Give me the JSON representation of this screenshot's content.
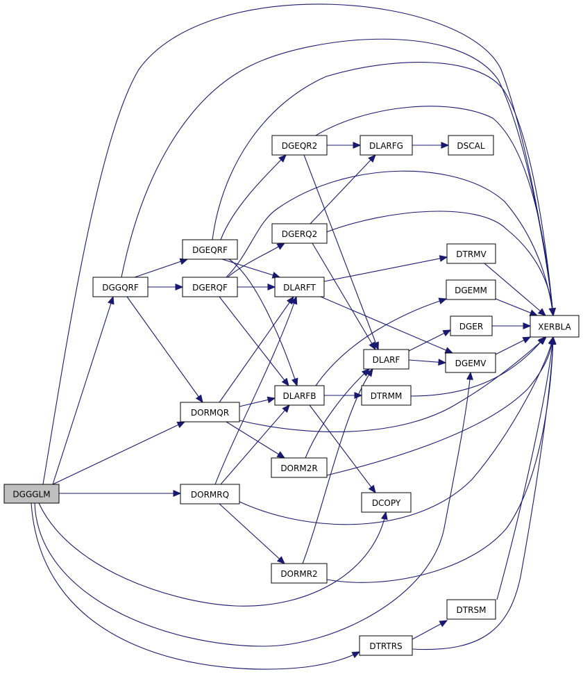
{
  "diagram": {
    "colors": {
      "edge": "#191970",
      "root_fill": "#bfbfbf",
      "node_fill": "#ffffff",
      "node_border": "#000000"
    },
    "nodes": [
      {
        "id": "DGGGLM",
        "label": "DGGGLM",
        "root": true
      },
      {
        "id": "DGGQRF",
        "label": "DGGQRF"
      },
      {
        "id": "DGEQRF",
        "label": "DGEQRF"
      },
      {
        "id": "DGERQF",
        "label": "DGERQF"
      },
      {
        "id": "DORMQR",
        "label": "DORMQR"
      },
      {
        "id": "DORMRQ",
        "label": "DORMRQ"
      },
      {
        "id": "DGEQR2",
        "label": "DGEQR2"
      },
      {
        "id": "DGERQ2",
        "label": "DGERQ2"
      },
      {
        "id": "DLARFT",
        "label": "DLARFT"
      },
      {
        "id": "DLARFB",
        "label": "DLARFB"
      },
      {
        "id": "DORM2R",
        "label": "DORM2R"
      },
      {
        "id": "DORMR2",
        "label": "DORMR2"
      },
      {
        "id": "DLARFG",
        "label": "DLARFG"
      },
      {
        "id": "DSCAL",
        "label": "DSCAL"
      },
      {
        "id": "DTRMV",
        "label": "DTRMV"
      },
      {
        "id": "DGEMM",
        "label": "DGEMM"
      },
      {
        "id": "DGER",
        "label": "DGER"
      },
      {
        "id": "DLARF",
        "label": "DLARF"
      },
      {
        "id": "DGEMV",
        "label": "DGEMV"
      },
      {
        "id": "DTRMM",
        "label": "DTRMM"
      },
      {
        "id": "DCOPY",
        "label": "DCOPY"
      },
      {
        "id": "DTRSM",
        "label": "DTRSM"
      },
      {
        "id": "DTRTRS",
        "label": "DTRTRS"
      },
      {
        "id": "XERBLA",
        "label": "XERBLA"
      }
    ],
    "edges": [
      {
        "from": "DGGGLM",
        "to": "DGGQRF"
      },
      {
        "from": "DGGGLM",
        "to": "DORMQR"
      },
      {
        "from": "DGGGLM",
        "to": "DORMRQ"
      },
      {
        "from": "DGGGLM",
        "to": "XERBLA"
      },
      {
        "from": "DGGGLM",
        "to": "DCOPY"
      },
      {
        "from": "DGGGLM",
        "to": "DGEMV"
      },
      {
        "from": "DGGGLM",
        "to": "DTRTRS"
      },
      {
        "from": "DGGQRF",
        "to": "DGEQRF"
      },
      {
        "from": "DGGQRF",
        "to": "DGERQF"
      },
      {
        "from": "DGGQRF",
        "to": "DORMQR"
      },
      {
        "from": "DGGQRF",
        "to": "XERBLA"
      },
      {
        "from": "DGEQRF",
        "to": "DGEQR2"
      },
      {
        "from": "DGEQRF",
        "to": "DLARFT"
      },
      {
        "from": "DGEQRF",
        "to": "DLARFB"
      },
      {
        "from": "DGEQRF",
        "to": "XERBLA"
      },
      {
        "from": "DGERQF",
        "to": "DGERQ2"
      },
      {
        "from": "DGERQF",
        "to": "DLARFT"
      },
      {
        "from": "DGERQF",
        "to": "DLARFB"
      },
      {
        "from": "DGERQF",
        "to": "XERBLA"
      },
      {
        "from": "DORMQR",
        "to": "DLARFT"
      },
      {
        "from": "DORMQR",
        "to": "DLARFB"
      },
      {
        "from": "DORMQR",
        "to": "DORM2R"
      },
      {
        "from": "DORMQR",
        "to": "XERBLA"
      },
      {
        "from": "DORMRQ",
        "to": "DLARFT"
      },
      {
        "from": "DORMRQ",
        "to": "DLARFB"
      },
      {
        "from": "DORMRQ",
        "to": "DORMR2"
      },
      {
        "from": "DORMRQ",
        "to": "XERBLA"
      },
      {
        "from": "DGEQR2",
        "to": "DLARFG"
      },
      {
        "from": "DGEQR2",
        "to": "DLARF"
      },
      {
        "from": "DGEQR2",
        "to": "XERBLA"
      },
      {
        "from": "DGERQ2",
        "to": "DLARFG"
      },
      {
        "from": "DGERQ2",
        "to": "DLARF"
      },
      {
        "from": "DGERQ2",
        "to": "XERBLA"
      },
      {
        "from": "DLARFG",
        "to": "DSCAL"
      },
      {
        "from": "DLARFT",
        "to": "DTRMV"
      },
      {
        "from": "DLARFT",
        "to": "DGEMV"
      },
      {
        "from": "DLARFB",
        "to": "DGEMM"
      },
      {
        "from": "DLARFB",
        "to": "DTRMM"
      },
      {
        "from": "DLARFB",
        "to": "DCOPY"
      },
      {
        "from": "DORM2R",
        "to": "DLARF"
      },
      {
        "from": "DORM2R",
        "to": "XERBLA"
      },
      {
        "from": "DORMR2",
        "to": "DLARF"
      },
      {
        "from": "DORMR2",
        "to": "XERBLA"
      },
      {
        "from": "DLARF",
        "to": "DGER"
      },
      {
        "from": "DLARF",
        "to": "DGEMV"
      },
      {
        "from": "DTRMV",
        "to": "XERBLA"
      },
      {
        "from": "DGEMM",
        "to": "XERBLA"
      },
      {
        "from": "DGER",
        "to": "XERBLA"
      },
      {
        "from": "DGEMV",
        "to": "XERBLA"
      },
      {
        "from": "DTRMM",
        "to": "XERBLA"
      },
      {
        "from": "DTRSM",
        "to": "XERBLA"
      },
      {
        "from": "DTRTRS",
        "to": "DTRSM"
      },
      {
        "from": "DTRTRS",
        "to": "XERBLA"
      }
    ]
  }
}
